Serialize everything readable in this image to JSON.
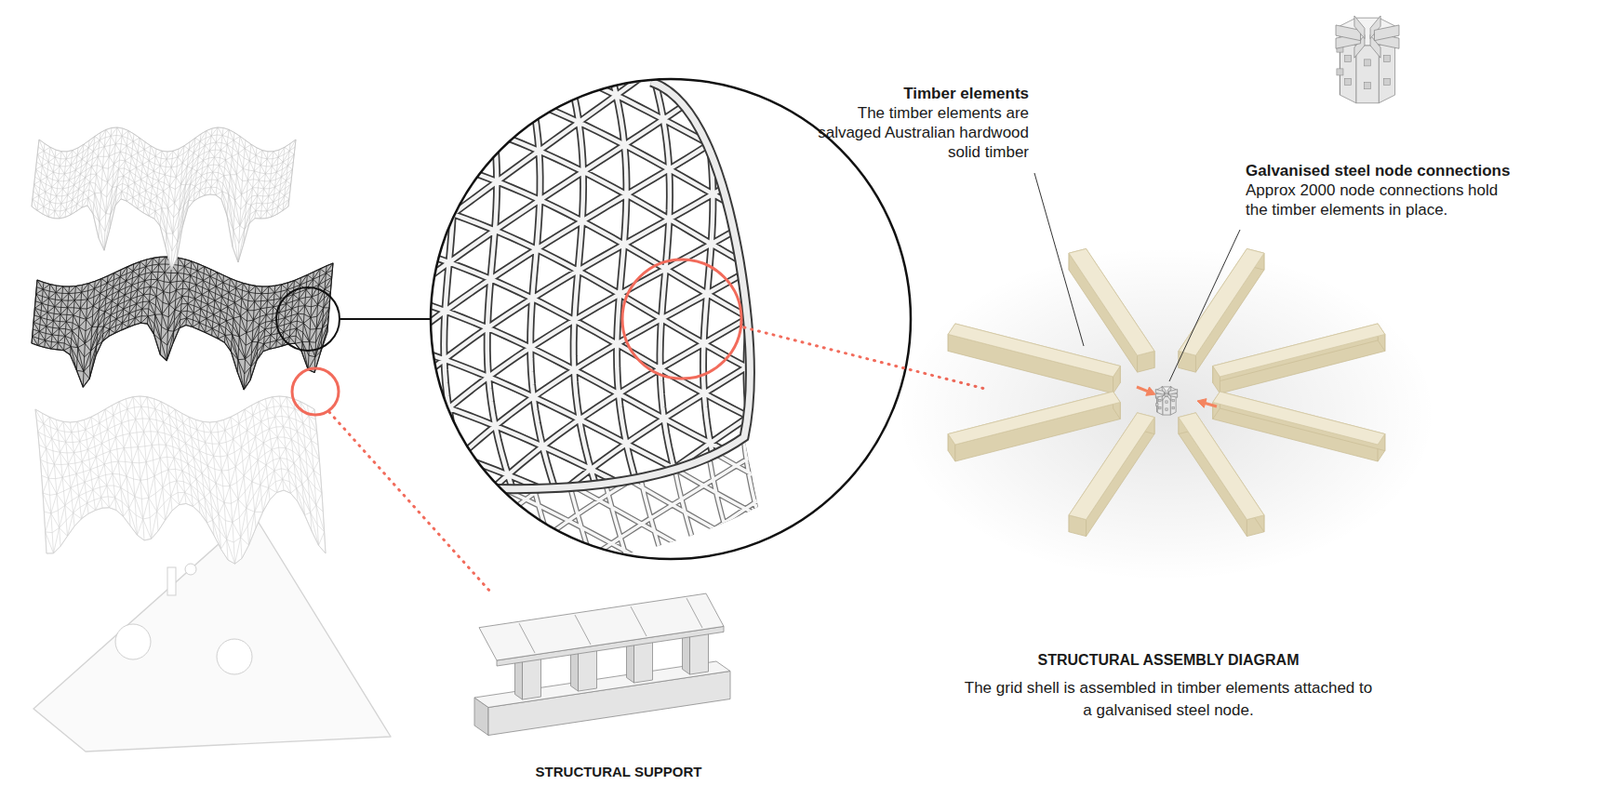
{
  "diagram": {
    "title": "STRUCTURAL ASSEMBLY DIAGRAM",
    "caption": "The grid shell is assembled in timber elements attached to a galvanised steel node.",
    "labels": [
      "Timber elements",
      "The timber elements are salvaged Australian hardwood solid timber",
      "Galvanised steel node connections",
      "Approx 2000 node connections hold the timber elements in place.",
      "STRUCTURAL SUPPORT"
    ]
  }
}
